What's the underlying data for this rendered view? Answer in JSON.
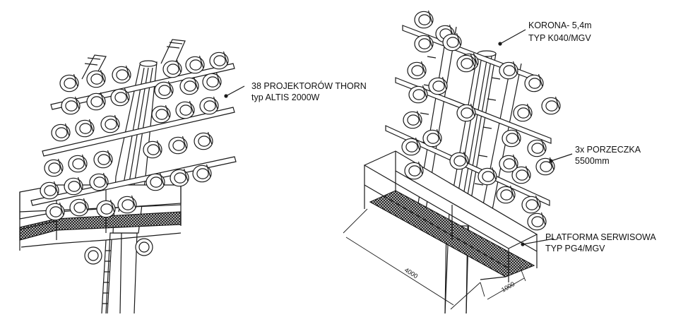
{
  "labels": {
    "projectors_line1": "38 PROJEKTORÓW THORN",
    "projectors_line2": "typ ALTIS 2000W",
    "crown_line1": "KORONA- 5,4m",
    "crown_line2": "TYP K040/MGV",
    "rails_line1": "3x PORZECZKA",
    "rails_line2": "5500mm",
    "platform_line1": "PLATFORMA SERWISOWA",
    "platform_line2": "TYP PG4/MGV"
  },
  "dimensions": {
    "platform_length": "4000",
    "platform_width": "1000"
  },
  "colors": {
    "line": "#1a1a1a",
    "grate": "#2b2b2b",
    "background": "#ffffff"
  }
}
